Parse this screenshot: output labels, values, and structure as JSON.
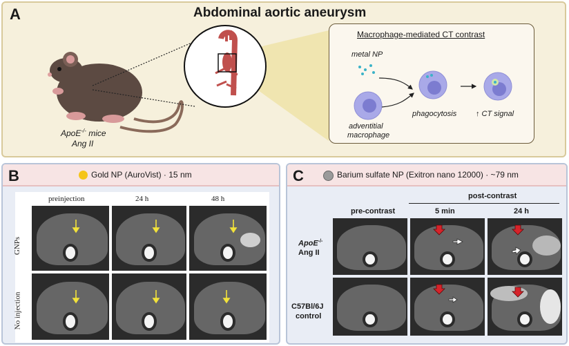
{
  "panelA": {
    "letter": "A",
    "title": "Abdominal aortic aneurysm",
    "mouse_line1": "ApoE",
    "mouse_sup": "-/-",
    "mouse_line1b": " mice",
    "mouse_line2": "Ang II",
    "inset_title": "Macrophage-mediated CT contrast",
    "metal_np": "metal NP",
    "adventitial": "adventitial",
    "macrophage": "macrophage",
    "phagocytosis": "phagocytosis",
    "ct_signal": "↑ CT signal"
  },
  "panelB": {
    "letter": "B",
    "header": "Gold NP (AuroVist) · 15 nm",
    "cols": [
      "preinjection",
      "24 h",
      "48 h"
    ],
    "rows": [
      "GNPs",
      "No injection"
    ]
  },
  "panelC": {
    "letter": "C",
    "header": "Barium sulfate NP (Exitron nano 12000) · ~79 nm",
    "post_contrast": "post-contrast",
    "cols": [
      "pre-contrast",
      "5 min",
      "24 h"
    ],
    "row1_line1": "ApoE",
    "row1_sup": "-/-",
    "row1_line2": "Ang II",
    "row2_line1": "C57Bl/6J",
    "row2_line2": "control"
  },
  "colors": {
    "panelA_bg": "#f6f0dc",
    "panelBC_bg": "#e9edf5",
    "header_bg": "#f7e4e4",
    "arrow_yellow": "#f2e23a",
    "arrow_red": "#d6232a",
    "gold": "#f5c518",
    "macrophage": "#a9a9e8",
    "aorta": "#c0504d"
  }
}
